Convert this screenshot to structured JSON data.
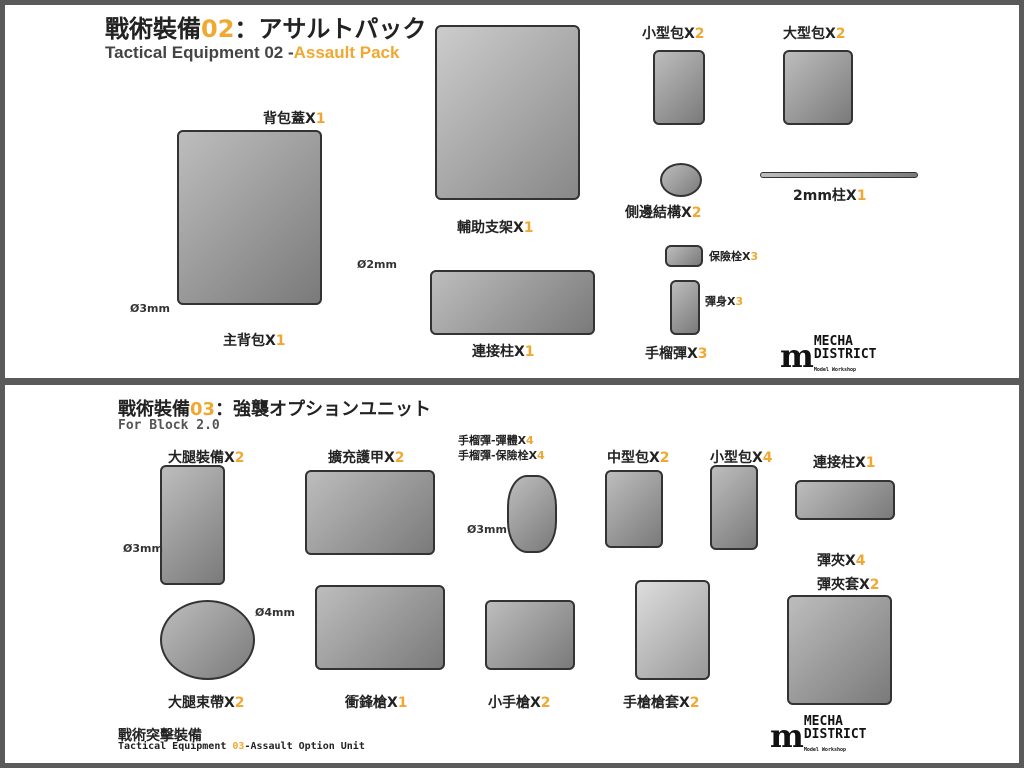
{
  "section1": {
    "title_cn": "戰術裝備",
    "title_num": "02",
    "title_jp": "：アサルトパック",
    "subtitle_en": "Tactical Equipment 02 -",
    "subtitle_accent": "Assault Pack",
    "parts": [
      {
        "name": "背包蓋X",
        "qty": "1"
      },
      {
        "name": "主背包X",
        "qty": "1"
      },
      {
        "name": "輔助支架X",
        "qty": "1"
      },
      {
        "name": "連接柱X",
        "qty": "1"
      },
      {
        "name": "小型包X",
        "qty": "2"
      },
      {
        "name": "大型包X",
        "qty": "2"
      },
      {
        "name": "側邊結構X",
        "qty": "2"
      },
      {
        "name": "2mm柱X",
        "qty": "1"
      },
      {
        "name": "保險栓X",
        "qty": "3"
      },
      {
        "name": "彈身X",
        "qty": "3"
      },
      {
        "name": "手榴彈X",
        "qty": "3"
      }
    ],
    "dims": [
      "Ø2mm",
      "Ø3mm"
    ]
  },
  "section2": {
    "title_cn": "戰術裝備",
    "title_num": "03",
    "title_jp": "：強襲オプションユニット",
    "subtitle": "For Block 2.0",
    "parts": [
      {
        "name": "大腿裝備X",
        "qty": "2"
      },
      {
        "name": "擴充護甲X",
        "qty": "2"
      },
      {
        "name": "手榴彈-彈體X",
        "qty": "4"
      },
      {
        "name": "手榴彈-保險栓X",
        "qty": "4"
      },
      {
        "name": "中型包X",
        "qty": "2"
      },
      {
        "name": "小型包X",
        "qty": "4"
      },
      {
        "name": "連接柱X",
        "qty": "1"
      },
      {
        "name": "彈夾X",
        "qty": "4"
      },
      {
        "name": "彈夾套X",
        "qty": "2"
      },
      {
        "name": "大腿束帶X",
        "qty": "2"
      },
      {
        "name": "衝鋒槍X",
        "qty": "1"
      },
      {
        "name": "小手槍X",
        "qty": "2"
      },
      {
        "name": "手槍槍套X",
        "qty": "2"
      }
    ],
    "dims": [
      "Ø3mm",
      "Ø4mm",
      "Ø3mm"
    ],
    "footer_cn": "戰術突擊裝備",
    "footer_en": "Tactical Equipment ",
    "footer_num": "03",
    "footer_en2": "-Assault Option Unit"
  },
  "logo": {
    "line1": "MECHA",
    "line2": "DISTRICT",
    "line3": "Model Workshop"
  },
  "colors": {
    "accent": "#f0a830",
    "frame": "#5a5a5a"
  }
}
